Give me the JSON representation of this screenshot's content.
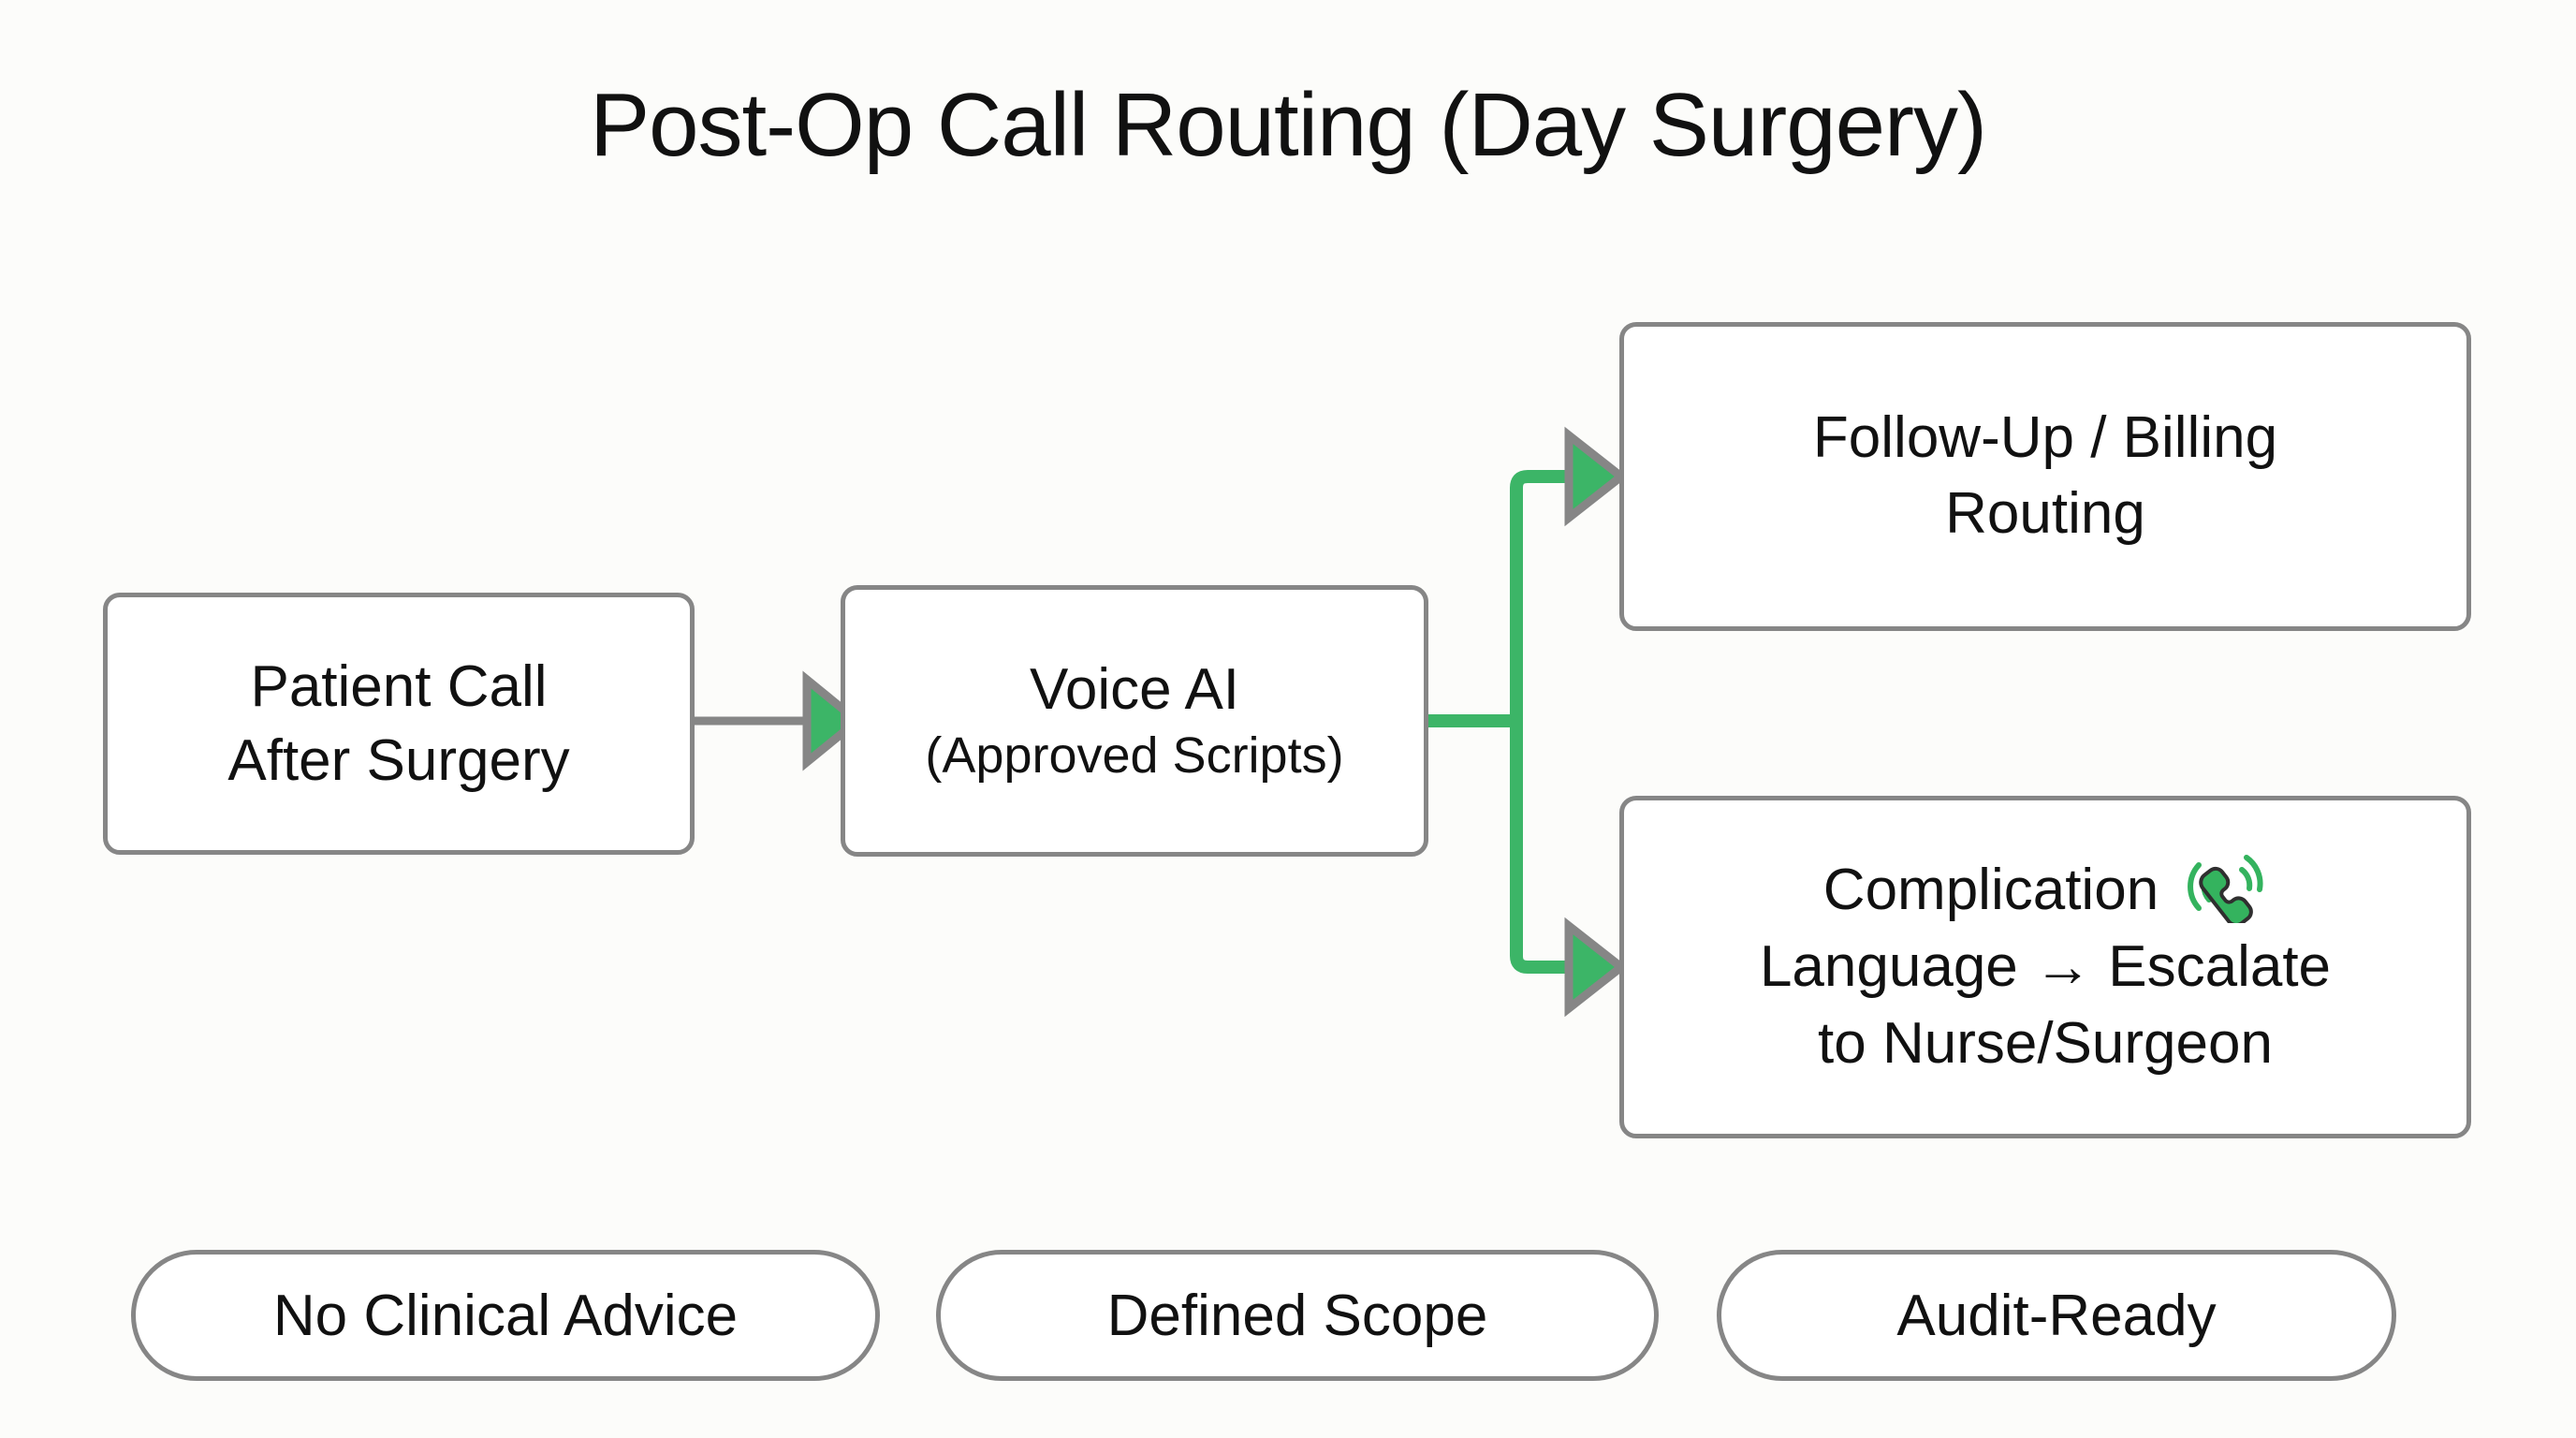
{
  "title": "Post-Op Call Routing (Day Surgery)",
  "colors": {
    "background": "#fcfcfa",
    "node_fill": "#ffffff",
    "node_border": "#868686",
    "text": "#111111",
    "flow_green": "#3cb567",
    "connector_gray": "#868686",
    "phone_icon_green": "#34b35e"
  },
  "nodes": {
    "patient_call": {
      "line1": "Patient Call",
      "line2": "After Surgery"
    },
    "voice_ai": {
      "line1": "Voice AI",
      "line2": "(Approved Scripts)"
    },
    "followup_billing": {
      "line1": "Follow-Up / Billing",
      "line2": "Routing"
    },
    "escalate": {
      "line1": "Complication",
      "icon": "ringing-phone-icon",
      "line2": "Language → Escalate",
      "line3": "to Nurse/Surgeon"
    }
  },
  "connectors": [
    {
      "name": "patient-call-to-voice-ai",
      "from": "patient_call",
      "to": "voice_ai",
      "color": "#868686",
      "arrowhead": "green-triangle"
    },
    {
      "name": "voice-ai-to-followup",
      "from": "voice_ai",
      "to": "followup_billing",
      "color": "#3cb567",
      "arrowhead": "green-triangle"
    },
    {
      "name": "voice-ai-to-escalate",
      "from": "voice_ai",
      "to": "escalate",
      "color": "#3cb567",
      "arrowhead": "green-triangle"
    }
  ],
  "pills": [
    {
      "label": "No Clinical Advice"
    },
    {
      "label": "Defined Scope"
    },
    {
      "label": "Audit-Ready"
    }
  ]
}
